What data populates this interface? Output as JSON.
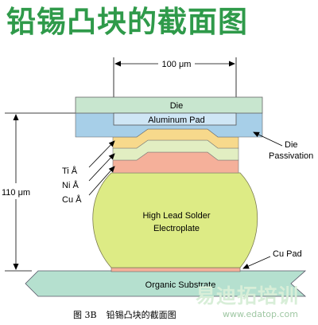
{
  "title": "铅锡凸块的截面图",
  "labels": {
    "width_dimension": "100 μm",
    "height_dimension": "110 μm",
    "die": "Die",
    "aluminum_pad": "Aluminum Pad",
    "die_passivation_line1": "Die",
    "die_passivation_line2": "Passivation",
    "ti": "Ti Å",
    "ni": "Ni Å",
    "cu": "Cu Å",
    "solder_line1": "High Lead Solder",
    "solder_line2": "Electroplate",
    "cu_pad": "Cu Pad",
    "substrate": "Organic Substrate"
  },
  "caption": {
    "figure_no": "图 3B",
    "text": "铅锡凸块的截面图"
  },
  "watermark": {
    "brand": "易迪拓培训",
    "url": "www.edatop.com"
  },
  "colors": {
    "title_green": "#2f9a4a",
    "die": "#c8e6cf",
    "aluminum_pad": "#cfe6f5",
    "passivation": "#a7cfe8",
    "ti_layer": "#f7d98c",
    "ni_layer": "#e2eec2",
    "cu_layer": "#f5b09a",
    "solder": "#ddeb85",
    "substrate": "#b5e0cf"
  }
}
